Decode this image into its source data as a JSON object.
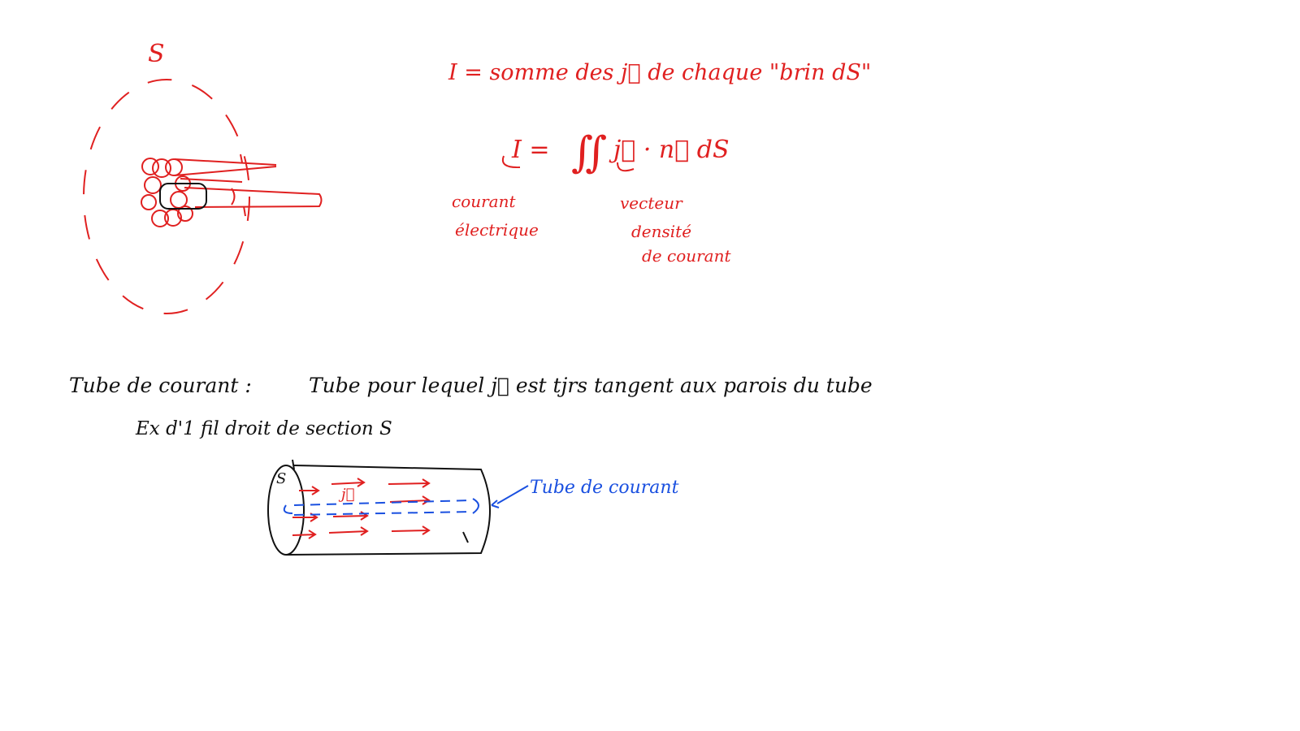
{
  "colors": {
    "ink_red": "#e02020",
    "ink_black": "#111111",
    "ink_blue": "#1a50e0",
    "background": "#ffffff"
  },
  "top_left": {
    "surface_label": "S"
  },
  "formulas": {
    "line1": "I = somme des j⃗ de chaque \"brin dS\"",
    "line2_lhs": "I =",
    "line2_integral": "∬",
    "line2_rhs": "j⃗ · n⃗ dS",
    "annot_current_1": "courant",
    "annot_current_2": "électrique",
    "annot_vector_1": "vecteur",
    "annot_vector_2": "densité",
    "annot_vector_3": "de courant"
  },
  "definition": {
    "line1_term": "Tube de courant :",
    "line1_def": "Tube pour lequel j⃗ est tjrs tangent aux parois du tube",
    "line2": "Ex d'1 fil droit de section S"
  },
  "cylinder": {
    "label_s": "S",
    "label_j": "j⃗",
    "tube_label": "Tube de courant"
  }
}
